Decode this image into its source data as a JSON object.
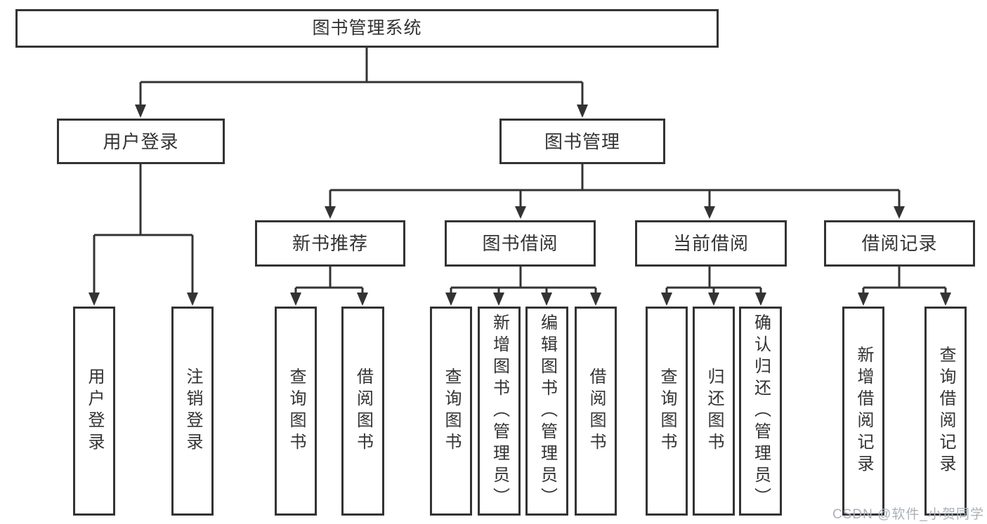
{
  "tree": {
    "label": "图书管理系统",
    "children": [
      {
        "label": "用户登录",
        "children": [
          {
            "label": "用户登录"
          },
          {
            "label": "注销登录"
          }
        ]
      },
      {
        "label": "图书管理",
        "children": [
          {
            "label": "新书推荐",
            "children": [
              {
                "label": "查询图书"
              },
              {
                "label": "借阅图书"
              }
            ]
          },
          {
            "label": "图书借阅",
            "children": [
              {
                "label": "查询图书"
              },
              {
                "label": "新增图书（管理员）"
              },
              {
                "label": "编辑图书（管理员）"
              },
              {
                "label": "借阅图书"
              }
            ]
          },
          {
            "label": "当前借阅",
            "children": [
              {
                "label": "查询图书"
              },
              {
                "label": "归还图书"
              },
              {
                "label": "确认归还（管理员）"
              }
            ]
          },
          {
            "label": "借阅记录",
            "children": [
              {
                "label": "新增借阅记录"
              },
              {
                "label": "查询借阅记录"
              }
            ]
          }
        ]
      }
    ]
  },
  "watermark": {
    "text": "CSDN @软件_小贺同学"
  },
  "colors": {
    "line": "#333333",
    "text": "#333333",
    "watermark": "#abb0b8",
    "background": "#ffffff"
  }
}
